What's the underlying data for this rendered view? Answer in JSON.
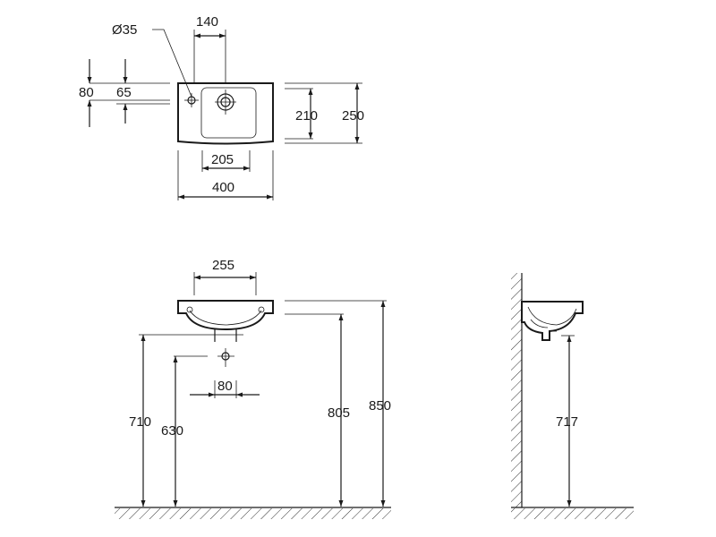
{
  "plan_view": {
    "hole_diameter": "Ø35",
    "tap_spacing": "140",
    "dim_80": "80",
    "dim_65": "65",
    "depth_inner": "210",
    "depth_outer": "250",
    "bowl_width": "205",
    "overall_width": "400"
  },
  "front_view": {
    "top_width": "255",
    "trap_spacing": "80",
    "height_710": "710",
    "height_630": "630",
    "height_805": "805",
    "height_850": "850"
  },
  "side_view": {
    "height_717": "717"
  }
}
